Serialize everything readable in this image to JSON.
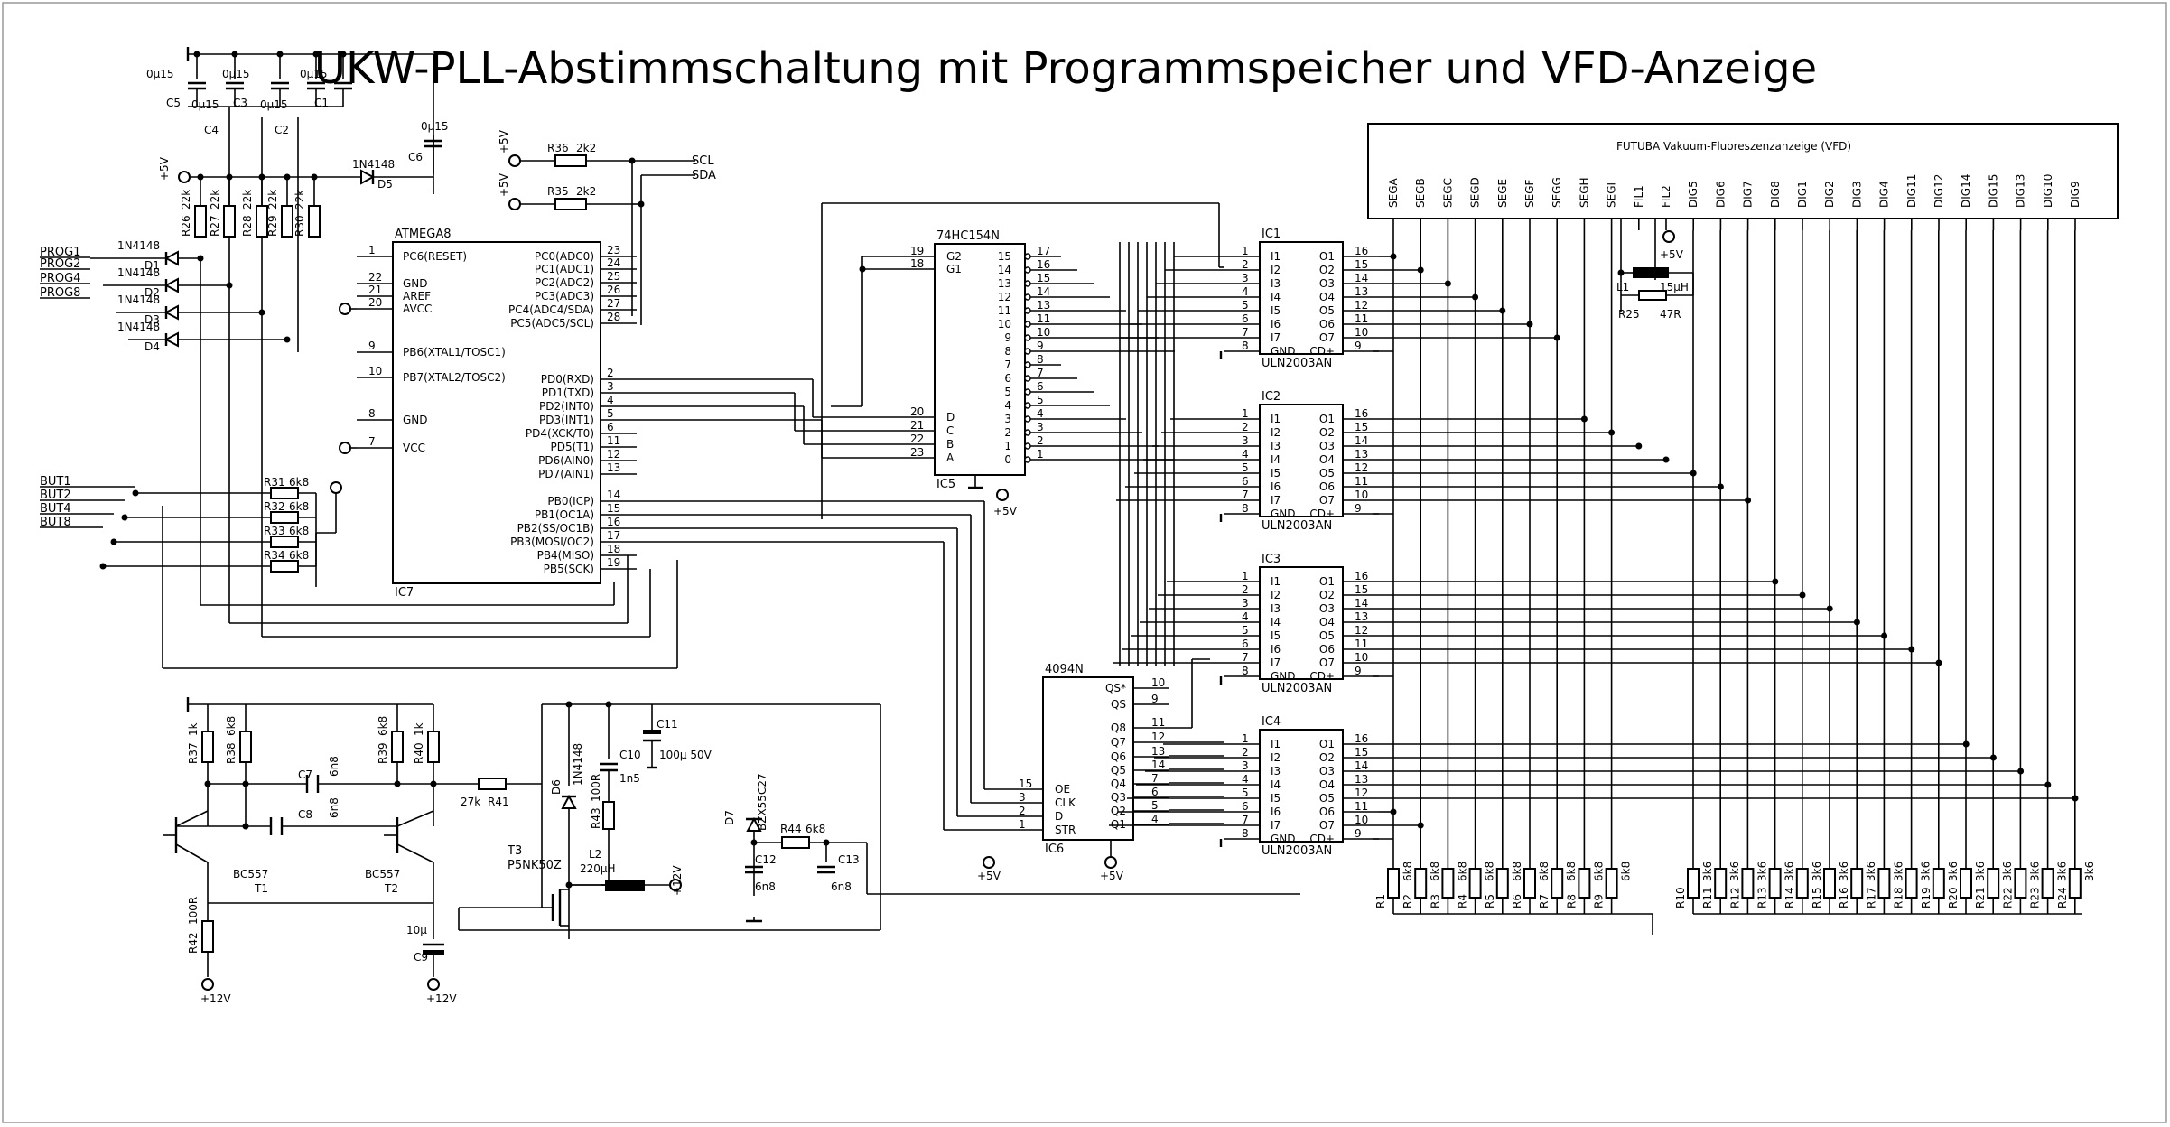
{
  "title": "UKW-PLL-Abstimmschaltung mit Programmspeicher und VFD-Anzeige",
  "vfd": {
    "label": "FUTUBA Vakuum-Fluoreszenzanzeige (VFD)",
    "pins": [
      "SEGA",
      "SEGB",
      "SEGC",
      "SEGD",
      "SEGE",
      "SEGF",
      "SEGG",
      "SEGH",
      "SEGI",
      "FIL1",
      "FIL2",
      "DIG5",
      "DIG6",
      "DIG7",
      "DIG8",
      "DIG1",
      "DIG2",
      "DIG3",
      "DIG4",
      "DIG11",
      "DIG12",
      "DIG14",
      "DIG15",
      "DIG13",
      "DIG10",
      "DIG9"
    ]
  },
  "mcu": {
    "ref": "IC7",
    "part": "ATMEGA8",
    "left": [
      [
        "1",
        "PC6(RESET)"
      ],
      [
        "22",
        "GND"
      ],
      [
        "21",
        "AREF"
      ],
      [
        "20",
        "AVCC"
      ],
      [
        "9",
        "PB6(XTAL1/TOSC1)"
      ],
      [
        "10",
        "PB7(XTAL2/TOSC2)"
      ],
      [
        "8",
        "GND"
      ],
      [
        "7",
        "VCC"
      ]
    ],
    "right": [
      [
        "23",
        "PC0(ADC0)"
      ],
      [
        "24",
        "PC1(ADC1)"
      ],
      [
        "25",
        "PC2(ADC2)"
      ],
      [
        "26",
        "PC3(ADC3)"
      ],
      [
        "27",
        "PC4(ADC4/SDA)"
      ],
      [
        "28",
        "PC5(ADC5/SCL)"
      ],
      [
        "2",
        "PD0(RXD)"
      ],
      [
        "3",
        "PD1(TXD)"
      ],
      [
        "4",
        "PD2(INT0)"
      ],
      [
        "5",
        "PD3(INT1)"
      ],
      [
        "6",
        "PD4(XCK/T0)"
      ],
      [
        "11",
        "PD5(T1)"
      ],
      [
        "12",
        "PD6(AIN0)"
      ],
      [
        "13",
        "PD7(AIN1)"
      ],
      [
        "14",
        "PB0(ICP)"
      ],
      [
        "15",
        "PB1(OC1A)"
      ],
      [
        "16",
        "PB2(SS/OC1B)"
      ],
      [
        "17",
        "PB3(MOSI/OC2)"
      ],
      [
        "18",
        "PB4(MISO)"
      ],
      [
        "19",
        "PB5(SCK)"
      ]
    ]
  },
  "decoder": {
    "ref": "IC5",
    "part": "74HC154N",
    "supply": "+5V",
    "left": [
      [
        "19",
        "G2"
      ],
      [
        "18",
        "G1"
      ],
      [
        "20",
        "D"
      ],
      [
        "21",
        "C"
      ],
      [
        "22",
        "B"
      ],
      [
        "23",
        "A"
      ]
    ],
    "right": [
      [
        "17",
        "15"
      ],
      [
        "16",
        "14"
      ],
      [
        "15",
        "13"
      ],
      [
        "14",
        "12"
      ],
      [
        "13",
        "11"
      ],
      [
        "11",
        "10"
      ],
      [
        "10",
        "9"
      ],
      [
        "9",
        "8"
      ],
      [
        "8",
        "7"
      ],
      [
        "7",
        "6"
      ],
      [
        "6",
        "5"
      ],
      [
        "5",
        "4"
      ],
      [
        "4",
        "3"
      ],
      [
        "3",
        "2"
      ],
      [
        "2",
        "1"
      ],
      [
        "1",
        "0"
      ]
    ]
  },
  "shift": {
    "ref": "IC6",
    "part": "4094N",
    "supply": "+5V",
    "gnd_supply": "+5V",
    "left": [
      [
        "15",
        "OE"
      ],
      [
        "3",
        "CLK"
      ],
      [
        "2",
        "D"
      ],
      [
        "1",
        "STR"
      ]
    ],
    "right": [
      [
        "10",
        "QS*"
      ],
      [
        "9",
        "QS"
      ],
      [
        "11",
        "Q8"
      ],
      [
        "12",
        "Q7"
      ],
      [
        "13",
        "Q6"
      ],
      [
        "14",
        "Q5"
      ],
      [
        "7",
        "Q4"
      ],
      [
        "6",
        "Q3"
      ],
      [
        "5",
        "Q2"
      ],
      [
        "4",
        "Q1"
      ]
    ]
  },
  "drivers": {
    "part": "ULN2003AN",
    "refs": [
      "IC1",
      "IC2",
      "IC3",
      "IC4"
    ],
    "left": [
      [
        "1",
        "I1"
      ],
      [
        "2",
        "I2"
      ],
      [
        "3",
        "I3"
      ],
      [
        "4",
        "I4"
      ],
      [
        "5",
        "I5"
      ],
      [
        "6",
        "I6"
      ],
      [
        "7",
        "I7"
      ],
      [
        "8",
        "GND"
      ]
    ],
    "right": [
      [
        "16",
        "O1"
      ],
      [
        "15",
        "O2"
      ],
      [
        "14",
        "O3"
      ],
      [
        "13",
        "O4"
      ],
      [
        "12",
        "O5"
      ],
      [
        "11",
        "O6"
      ],
      [
        "10",
        "O7"
      ],
      [
        "9",
        "CD+"
      ]
    ]
  },
  "inputs": {
    "prog": [
      "PROG1",
      "PROG2",
      "PROG4",
      "PROG8"
    ],
    "but": [
      "BUT1",
      "BUT2",
      "BUT4",
      "BUT8"
    ],
    "diode_part": "1N4148",
    "diodes": [
      "D1",
      "D2",
      "D3",
      "D4"
    ],
    "pullups": [
      [
        "R26",
        "22k"
      ],
      [
        "R27",
        "22k"
      ],
      [
        "R28",
        "22k"
      ],
      [
        "R29",
        "22k"
      ],
      [
        "R30",
        "22k"
      ]
    ],
    "but_res": [
      [
        "R31",
        "6k8"
      ],
      [
        "R32",
        "6k8"
      ],
      [
        "R33",
        "6k8"
      ],
      [
        "R34",
        "6k8"
      ]
    ]
  },
  "caps_top": [
    {
      "ref": "C5",
      "val": "0µ15"
    },
    {
      "ref": "C4",
      "val": "0µ15"
    },
    {
      "ref": "C3",
      "val": "0µ15"
    },
    {
      "ref": "C2",
      "val": "0µ15"
    },
    {
      "ref": "C1",
      "val": "0µ15"
    },
    {
      "ref": "C6",
      "val": "0µ15"
    }
  ],
  "top_labels": {
    "d5": "1N4148",
    "d5_ref": "D5",
    "supply": "+5V"
  },
  "i2c": {
    "r36": [
      "R36",
      "2k2"
    ],
    "r35": [
      "R35",
      "2k2"
    ],
    "scl": "SCL",
    "sda": "SDA",
    "supply": "+5V"
  },
  "filament": {
    "l1": "L1",
    "l1_val": "15µH",
    "r25": "R25",
    "r25_val": "47R",
    "supply": "+5V"
  },
  "seg_res": {
    "refs": [
      "R1",
      "R2",
      "R3",
      "R4",
      "R5",
      "R6",
      "R7",
      "R8",
      "R9"
    ],
    "val": "6k8"
  },
  "dig_res": {
    "refs": [
      "R10",
      "R11",
      "R12",
      "R13",
      "R14",
      "R15",
      "R16",
      "R17",
      "R18",
      "R19",
      "R20",
      "R21",
      "R22",
      "R23",
      "R24"
    ],
    "val": "3k6"
  },
  "osc": {
    "r37": [
      "R37",
      "1k"
    ],
    "r38": [
      "R38",
      "6k8"
    ],
    "r39": [
      "R39",
      "6k8"
    ],
    "r40": [
      "R40",
      "1k"
    ],
    "c7": [
      "C7",
      "6n8"
    ],
    "c8": [
      "C8",
      "6n8"
    ],
    "t1": [
      "T1",
      "BC557"
    ],
    "t2": [
      "T2",
      "BC557"
    ],
    "r42": [
      "R42",
      "100R"
    ],
    "c9": [
      "C9",
      "10µ"
    ],
    "r41": [
      "R41",
      "27k"
    ],
    "supply": "+12V"
  },
  "boost": {
    "d6": [
      "D6",
      "1N4148"
    ],
    "c10": [
      "C10",
      "1n5"
    ],
    "c11": [
      "C11",
      "100µ 50V"
    ],
    "r43": [
      "R43",
      "100R"
    ],
    "l2": [
      "L2",
      "220µH"
    ],
    "t3": [
      "T3",
      "P5NK50Z"
    ],
    "supply": "+12V"
  },
  "vt": {
    "d7": [
      "D7",
      "BZX55C27"
    ],
    "r44": [
      "R44",
      "6k8"
    ],
    "c12": [
      "C12",
      "6n8"
    ],
    "c13": [
      "C13",
      "6n8"
    ]
  },
  "supply_5v": "+5V"
}
